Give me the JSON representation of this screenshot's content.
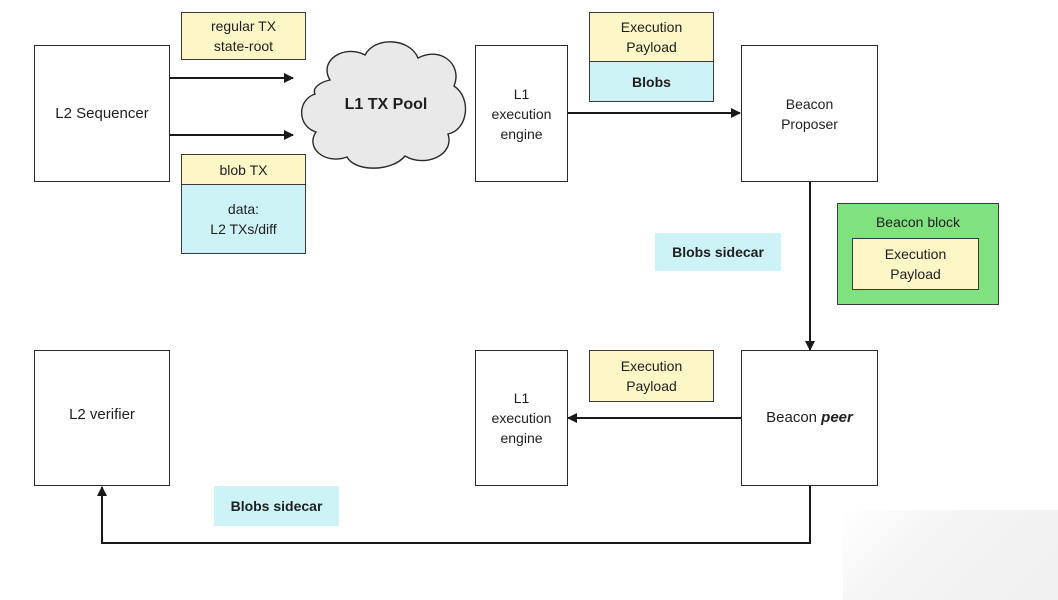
{
  "nodes": {
    "l2_sequencer": "L2 Sequencer",
    "regular_tx": "regular TX\nstate-root",
    "blob_tx_header": "blob TX",
    "blob_tx_data": "data:\nL2 TXs/diff",
    "l1_tx_pool": "L1 TX Pool",
    "l1_engine_top": "L1\nexecution\nengine",
    "exec_payload_top": "Execution\nPayload",
    "blobs_top": "Blobs",
    "beacon_proposer": "Beacon\nProposer",
    "beacon_block_title": "Beacon block",
    "beacon_block_payload": "Execution\nPayload",
    "blobs_sidecar_mid": "Blobs sidecar",
    "beacon_peer_prefix": "Beacon ",
    "beacon_peer_emph": "peer",
    "exec_payload_bottom": "Execution\nPayload",
    "l1_engine_bottom": "L1\nexecution\nengine",
    "l2_verifier": "L2 verifier",
    "blobs_sidecar_bottom": "Blobs sidecar"
  },
  "colors": {
    "note_yellow": "#fdf6c6",
    "sidecar_cyan": "#cdf3f7",
    "block_green": "#7fe27f",
    "line": "#1a1a1a"
  }
}
